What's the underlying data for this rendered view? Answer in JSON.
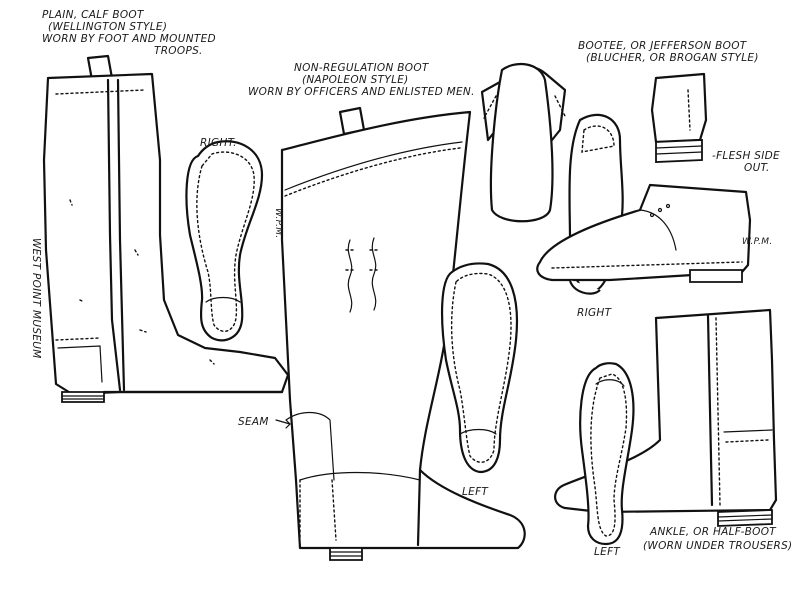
{
  "labels": {
    "wellington_line1": "PLAIN, CALF BOOT",
    "wellington_line2": "(WELLINGTON STYLE)",
    "wellington_line3": "WORN BY FOOT AND MOUNTED",
    "wellington_line4": "TROOPS.",
    "right_sole_1": "RIGHT.",
    "napoleon_line1": "NON-REGULATION BOOT",
    "napoleon_line2": "(NAPOLEON STYLE)",
    "napoleon_line3": "WORN BY OFFICERS AND ENLISTED MEN.",
    "jefferson_line1": "BOOTEE, OR JEFFERSON BOOT",
    "jefferson_line2": "(BLUCHER, OR BROGAN STYLE)",
    "flesh_line1": "-FLESH SIDE",
    "flesh_line2": "OUT.",
    "museum": "WEST POINT MUSEUM",
    "artist_1": "W.P.M.",
    "artist_2": "W.P.M.",
    "right_2": "RIGHT",
    "seam": "SEAM",
    "left_1": "LEFT",
    "left_2": "LEFT",
    "ankle_line1": "ANKLE, OR HALF-BOOT",
    "ankle_line2": "(WORN UNDER TROUSERS)"
  }
}
